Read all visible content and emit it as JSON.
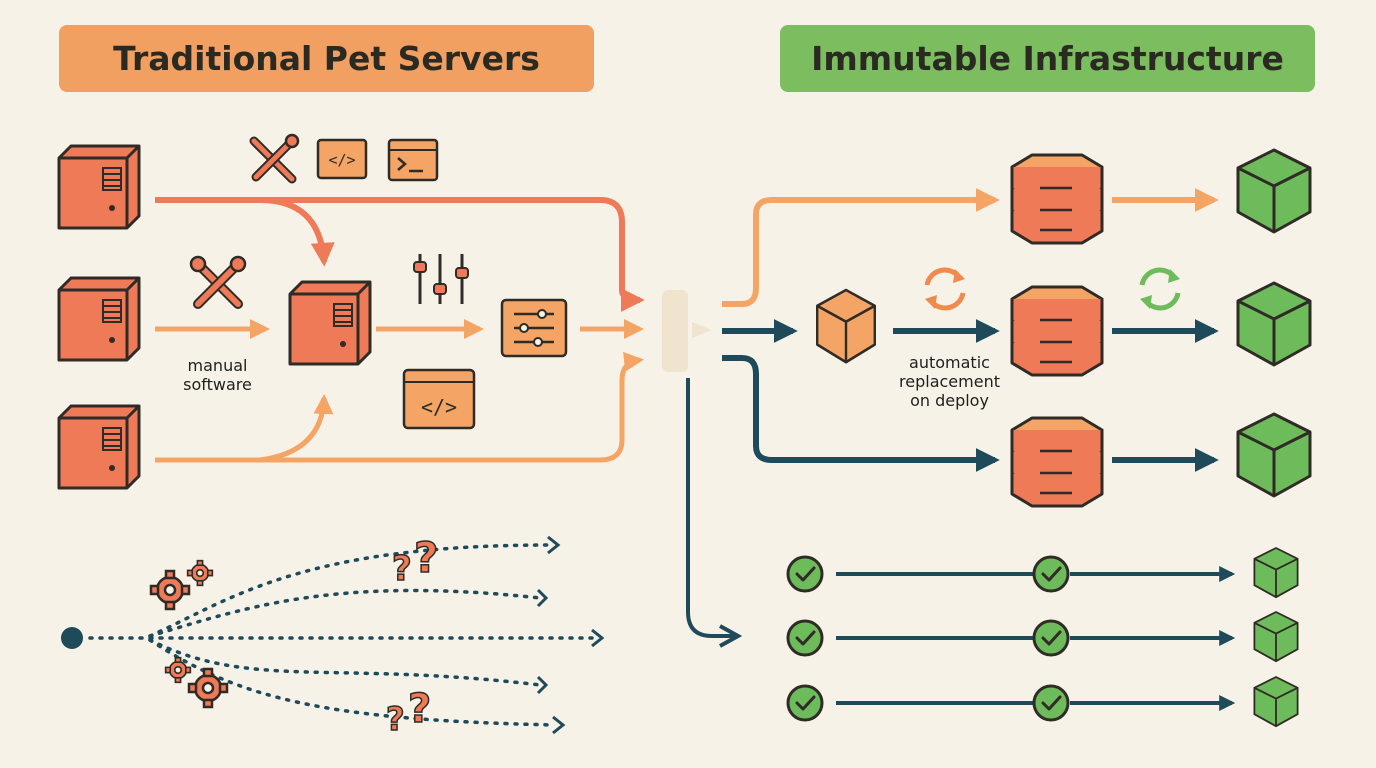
{
  "left": {
    "title": "Traditional Pet Servers",
    "label_lines": [
      "manual",
      "software"
    ],
    "banner_color": "#f2a062",
    "accent": "#ef7a58",
    "accent_light": "#f4a565"
  },
  "right": {
    "title": "Immutable Infrastructure",
    "label_lines": [
      "automatic",
      "replacement",
      "on deploy"
    ],
    "banner_color": "#7cbd5f",
    "accent": "#1f4a5a",
    "green": "#6dbb5a"
  },
  "colors": {
    "background": "#f7f2e7",
    "stroke": "#2f2b26",
    "teal": "#1f4a5a"
  },
  "icons": {
    "question": "?"
  }
}
